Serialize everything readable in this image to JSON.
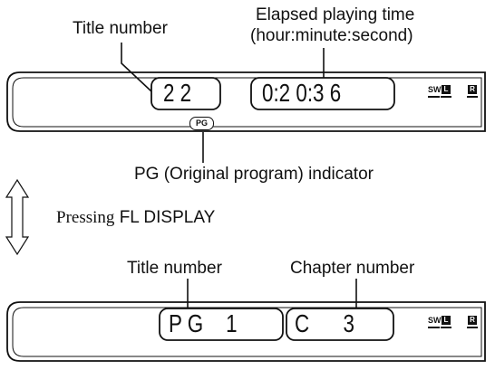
{
  "top_panel": {
    "callouts": {
      "title_number": "Title number",
      "elapsed_line1": "Elapsed playing time",
      "elapsed_line2": "(hour:minute:second)",
      "pg_indicator": "PG (Original program) indicator"
    },
    "title_digits": "2 2",
    "time_digits": "0:2 0:3 6",
    "pg_badge": "PG",
    "sw_label": "SW",
    "l_label": "L",
    "r_label": "R"
  },
  "toggle": {
    "prefix": "Pressing",
    "button": "FL DISPLAY"
  },
  "bottom_panel": {
    "callouts": {
      "title_number": "Title number",
      "chapter_number": "Chapter number"
    },
    "title_text": "P G    1",
    "chapter_text": "C      3",
    "sw_label": "SW",
    "l_label": "L",
    "r_label": "R"
  }
}
